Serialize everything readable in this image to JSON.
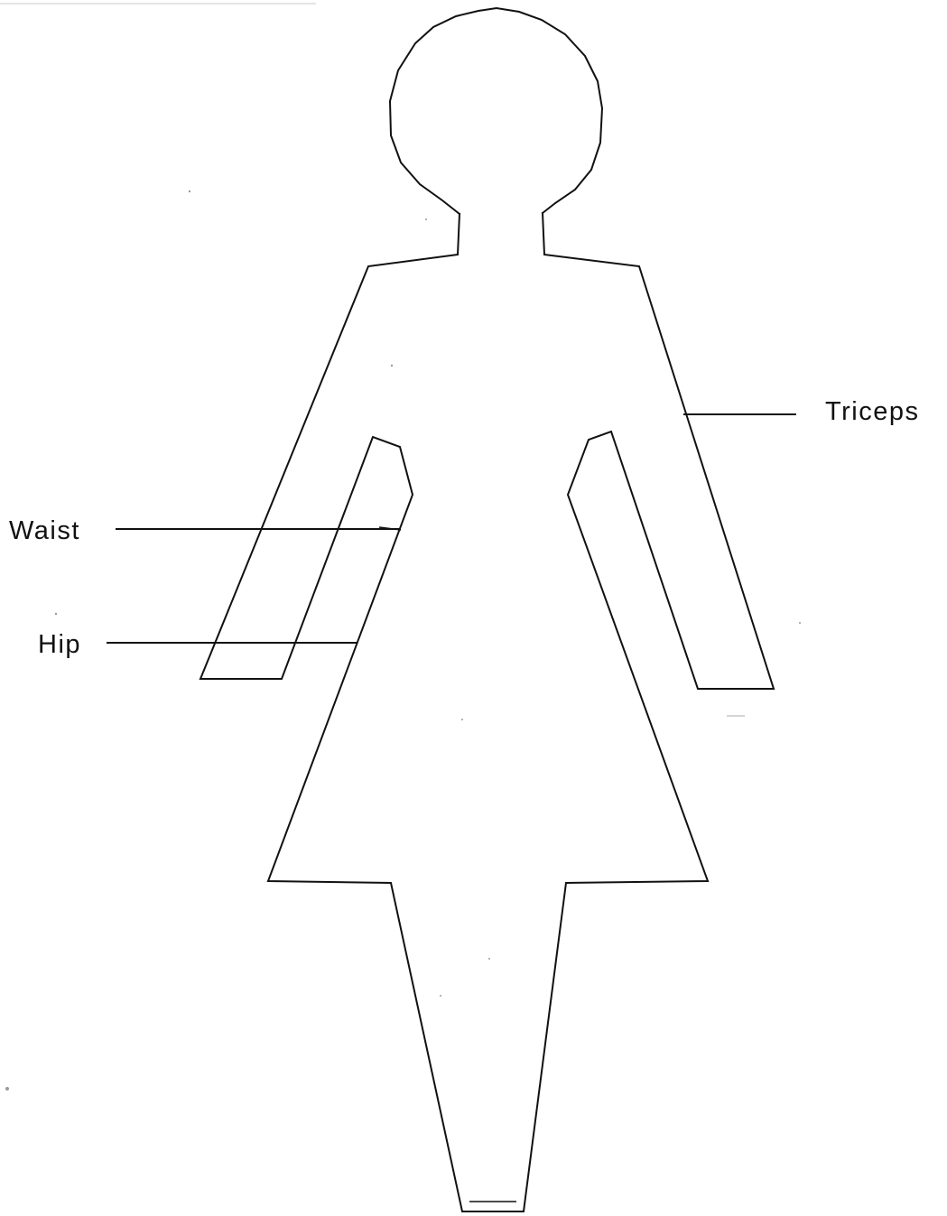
{
  "labels": {
    "triceps": "Triceps",
    "waist": "Waist",
    "hip": "Hip"
  },
  "colors": {
    "line": "#111111",
    "background": "#ffffff"
  }
}
